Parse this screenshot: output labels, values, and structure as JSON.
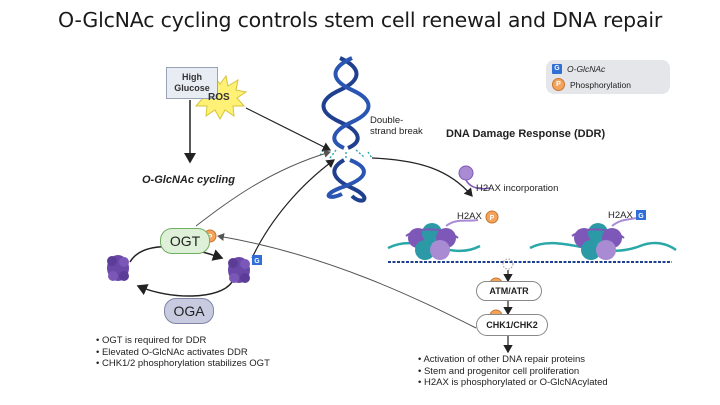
{
  "title": "O-GlcNAc cycling controls stem cell renewal and DNA repair",
  "legend": {
    "glcnac_badge": "G",
    "glcnac_label": "O-GlcNAc",
    "phos_badge": "P",
    "phos_label": "Phosphorylation"
  },
  "high_glucose": "High Glucose",
  "ros": "ROS",
  "ogl_cycling": "O-GlcNAc cycling",
  "dsb": "Double-strand break",
  "ddr": "DNA Damage Response (DDR)",
  "h2ax_incorporation": "H2AX incorporation",
  "h2ax_left": "H2AX",
  "h2ax_right": "H2AX",
  "ogt": "OGT",
  "oga": "OGA",
  "atm_atr": "ATM/ATR",
  "chk": "CHK1/CHK2",
  "left_bullets": [
    "OGT is required for DDR",
    "Elevated O-GlcNAc activates DDR",
    "CHK1/2 phosphorylation stabilizes OGT"
  ],
  "right_bullets": [
    "Activation of other DNA repair proteins",
    "Stem and progenitor cell proliferation",
    "H2AX is phosphorylated or O-GlcNAcylated"
  ],
  "colors": {
    "dna_dark": "#1f3f8f",
    "dna_light": "#2aa7a8",
    "ogt_fill": "#dff0d8",
    "oga_fill": "#c8cbe0",
    "ros_fill": "#fff176",
    "phosphate": "#f3a35b",
    "glcnac": "#2f6fd6",
    "histone_purple": "#7e58b8",
    "histone_teal": "#2b9aa6"
  }
}
